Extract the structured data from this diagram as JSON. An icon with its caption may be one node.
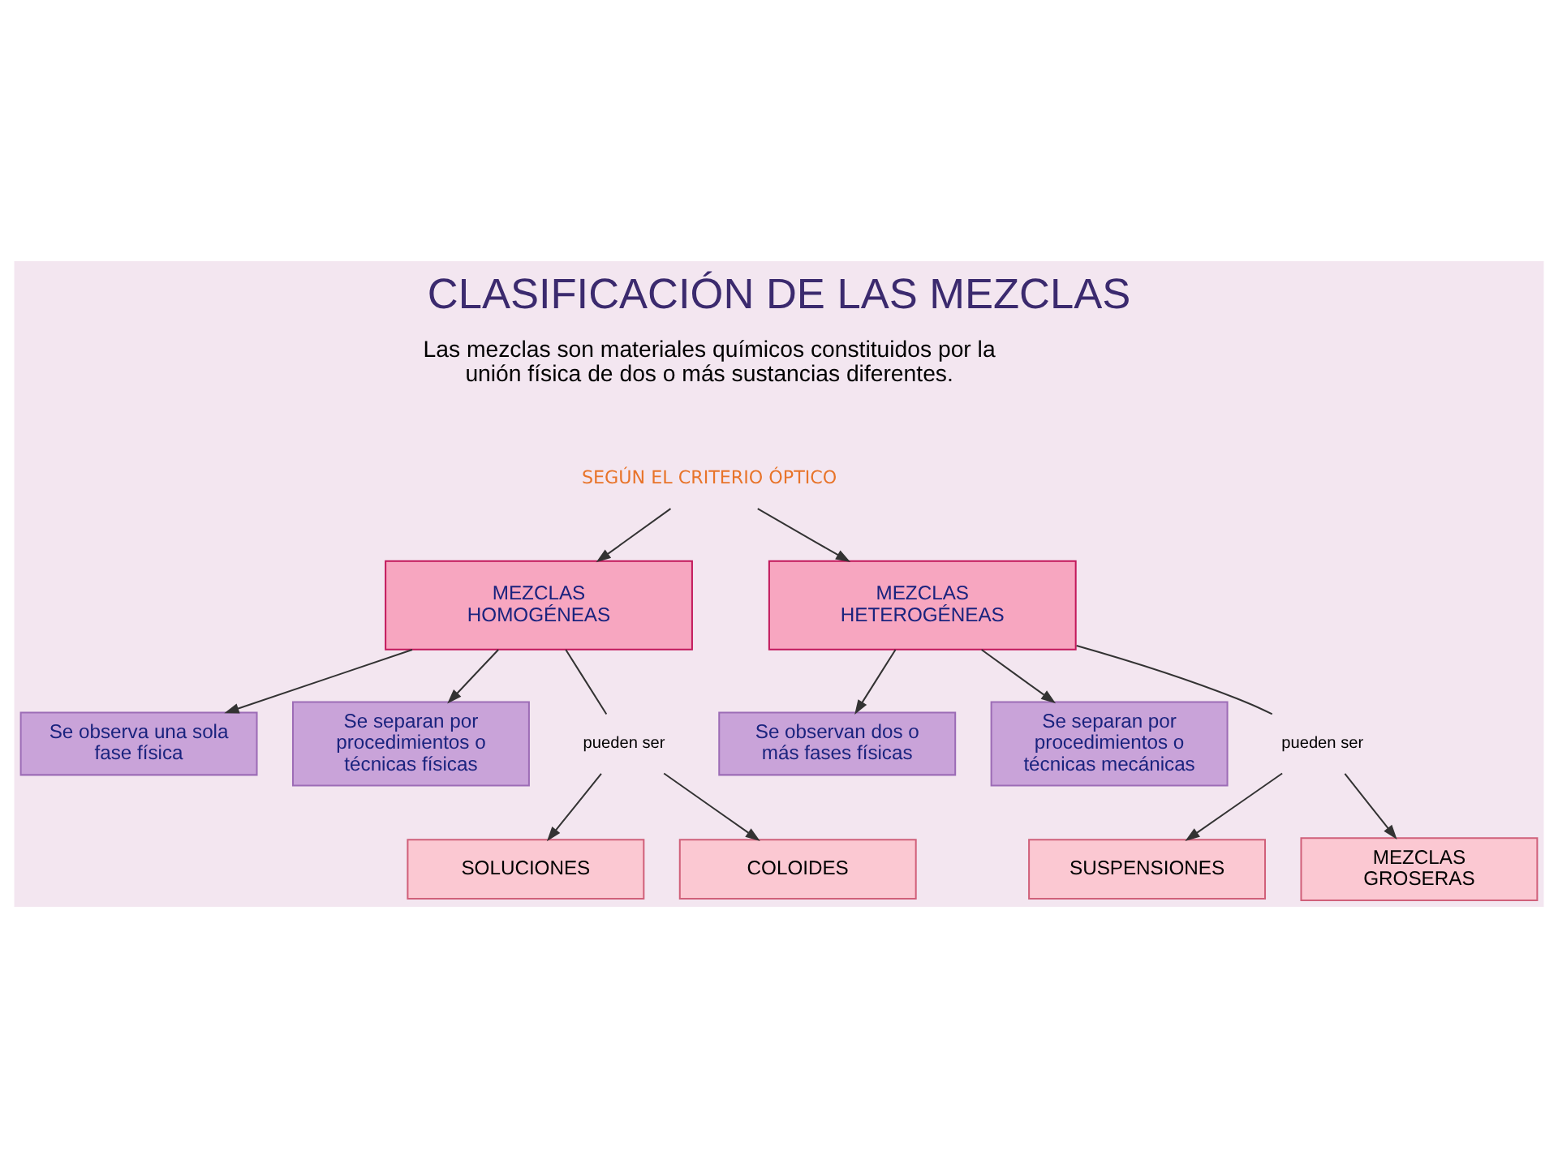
{
  "diagram": {
    "title": "CLASIFICACIÓN DE LAS MEZCLAS",
    "nodes": [
      {
        "text": [
          "SEGÚN EL CRITERIO ÓPTICO"
        ]
      },
      {
        "text": [
          "MEZCLAS HOMOGÉNEAS"
        ]
      },
      {
        "text": [
          "MEZCLAS HETEROGÉNEAS"
        ]
      },
      {
        "text": [
          "Se observa una sola fase física"
        ]
      },
      {
        "text": [
          "Se separan por procedimientos o técnicas físicas"
        ]
      },
      {
        "text": [
          "Se observan dos o más fases físicas"
        ]
      },
      {
        "text": [
          "Se separan por procedimientos o técnicas mecánicas"
        ]
      },
      {
        "text": [
          "pueden ser"
        ]
      },
      {
        "text": [
          "SOLUCIONES"
        ]
      },
      {
        "text": [
          "COLOIDES"
        ]
      },
      {
        "text": [
          "pueden ser"
        ]
      },
      {
        "text": [
          "SUSPENSIONES"
        ]
      },
      {
        "text": [
          "MEZCLAS GROSERAS"
        ]
      }
    ],
    "edges": [
      {
        "from": 0,
        "to": 1,
        "arrow": "to"
      },
      {
        "from": 0,
        "to": 2,
        "arrow": "to"
      },
      {
        "from": 1,
        "to": 3,
        "arrow": "to"
      },
      {
        "from": 1,
        "to": 4,
        "arrow": "to"
      },
      {
        "from": 1,
        "to": 7,
        "arrow": "none"
      },
      {
        "from": 7,
        "to": 8,
        "arrow": "to"
      },
      {
        "from": 7,
        "to": 9,
        "arrow": "to"
      },
      {
        "from": 2,
        "to": 5,
        "arrow": "to"
      },
      {
        "from": 2,
        "to": 6,
        "arrow": "to"
      },
      {
        "from": 2,
        "to": 10,
        "arrow": "none"
      },
      {
        "from": 10,
        "to": 11,
        "arrow": "to"
      },
      {
        "from": 10,
        "to": 12,
        "arrow": "to"
      }
    ],
    "labels": [
      "Las mezclas son materiales químicos constituidos por la unión física de dos o más sustancias diferentes."
    ]
  }
}
